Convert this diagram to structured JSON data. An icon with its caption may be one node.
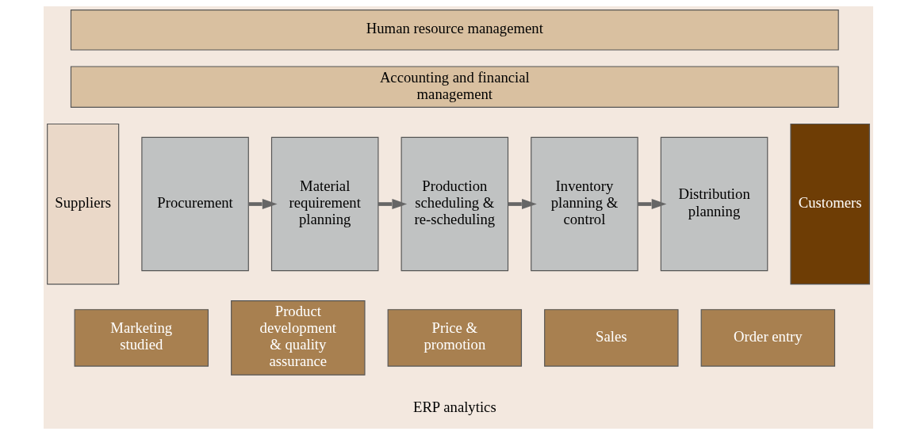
{
  "diagram": {
    "nodes": [
      {
        "text": [
          "Human resource management"
        ]
      },
      {
        "text": [
          "Accounting and financial management"
        ]
      },
      {
        "text": [
          "Suppliers"
        ]
      },
      {
        "text": [
          "Procurement"
        ]
      },
      {
        "text": [
          "Material requirement planning"
        ]
      },
      {
        "text": [
          "Production scheduling & re-scheduling"
        ]
      },
      {
        "text": [
          "Inventory planning & control"
        ]
      },
      {
        "text": [
          "Distribution planning"
        ]
      },
      {
        "text": [
          "Customers"
        ]
      },
      {
        "text": [
          "Marketing studied"
        ]
      },
      {
        "text": [
          "Product development & quality assurance"
        ]
      },
      {
        "text": [
          "Price & promotion"
        ]
      },
      {
        "text": [
          "Sales"
        ]
      },
      {
        "text": [
          "Order entry"
        ]
      }
    ],
    "edges": [
      {
        "from": 3,
        "to": 4,
        "arrow": "to"
      },
      {
        "from": 4,
        "to": 5,
        "arrow": "to"
      },
      {
        "from": 5,
        "to": 6,
        "arrow": "to"
      },
      {
        "from": 6,
        "to": 7,
        "arrow": "to"
      }
    ],
    "labels": [
      "ERP analytics"
    ]
  }
}
